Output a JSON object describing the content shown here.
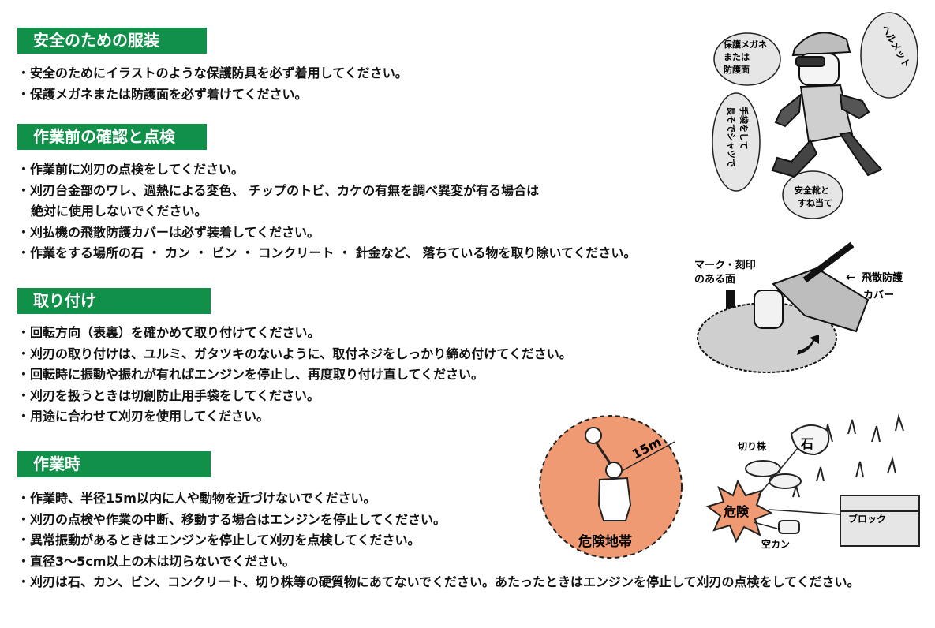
{
  "sections": [
    {
      "title": "安全のための服装",
      "items": [
        "・安全のためにイラストのような保護防具を必ず着用してください。",
        "・保護メガネまたは防護面を必ず着けてください。"
      ]
    },
    {
      "title": "作業前の確認と点検",
      "items": [
        "・作業前に刈刃の点検をしてください。",
        "・刈刃台金部のワレ、過熱による変色、 チップのトビ、カケの有無を調べ異変が有る場合は",
        "絶対に使用しないでください。",
        "・刈払機の飛散防護カバーは必ず装着してください。",
        "・作業をする場所の石 ・ カン ・ ビン ・ コンクリート ・ 針金など、 落ちている物を取り除いてください。"
      ]
    },
    {
      "title": "取り付け",
      "items": [
        "・回転方向（表裏）を確かめて取り付けてください。",
        "・刈刃の取り付けは、ユルミ、ガタツキのないように、取付ネジをしっかり締め付けてください。",
        "・回転時に振動や振れが有ればエンジンを停止し、再度取り付け直してください。",
        "・刈刃を扱うときは切創防止用手袋をしてください。",
        "・用途に合わせて刈刃を使用してください。"
      ]
    },
    {
      "title": "作業時",
      "items": [
        "・作業時、半径15m以内に人や動物を近づけないでください。",
        "・刈刃の点検や作業の中断、移動する場合はエンジンを停止してください。",
        "・異常振動があるときはエンジンを停止して刈刃を点検してください。",
        "・直径3〜5cm以上の木は切らないでください。",
        "・刈刃は石、カン、ビン、コンクリート、切り株等の硬質物にあてないでください。あたったときはエンジンを停止して刈刃の点検をしてください。"
      ]
    }
  ],
  "figure_worker": {
    "goggles_l1": "保護メガネ",
    "goggles_l2": "または",
    "goggles_l3": "防護面",
    "helmet": "ヘルメット",
    "gloves_l1": "手袋をして",
    "gloves_l2": "長そでシャツで",
    "boots_l1": "安全靴と",
    "boots_l2": "すね当て"
  },
  "figure_blade": {
    "mark_l1": "マーク・刻印",
    "mark_l2": "のある面",
    "guard_l1": "飛散防護",
    "guard_l2": "カバー"
  },
  "figure_zone": {
    "radius": "15m",
    "label": "危険地帯",
    "zone_color": "#ef9a72"
  },
  "figure_hazard": {
    "stump": "切り株",
    "stone": "石",
    "danger": "危険",
    "block": "ブロック",
    "can": "空カン",
    "burst_color": "#ef9a72"
  },
  "colors": {
    "header_bg": "#11904a",
    "header_text": "#ffffff"
  }
}
